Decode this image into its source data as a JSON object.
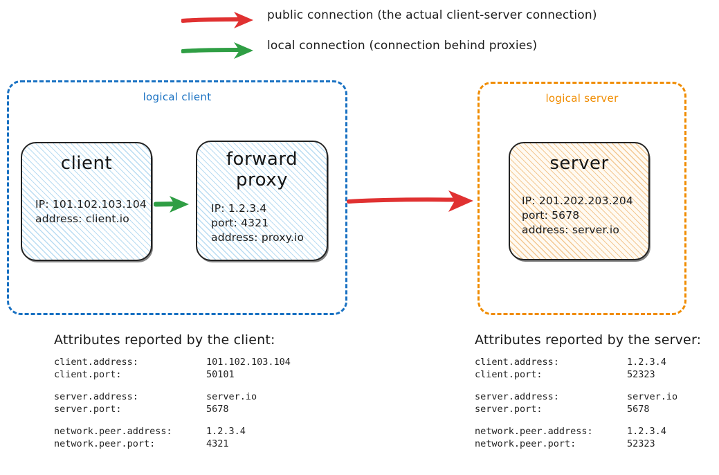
{
  "legend": {
    "items": [
      {
        "icon": "red-arrow-icon",
        "color": "#e03131",
        "label": "public connection (the actual client-server connection)"
      },
      {
        "icon": "green-arrow-icon",
        "color": "#2f9e44",
        "label": "local connection (connection behind proxies)"
      }
    ]
  },
  "groups": {
    "client": {
      "label": "logical client",
      "color": "#1971c2"
    },
    "server": {
      "label": "logical server",
      "color": "#f08c00"
    }
  },
  "nodes": {
    "client": {
      "title": "client",
      "props": [
        "IP: 101.102.103.104",
        "address: client.io"
      ]
    },
    "proxy": {
      "title_line1": "forward",
      "title_line2": "proxy",
      "props": [
        "IP: 1.2.3.4",
        "port: 4321",
        "address: proxy.io"
      ]
    },
    "server": {
      "title": "server",
      "props": [
        "IP: 201.202.203.204",
        "port: 5678",
        "address: server.io"
      ]
    }
  },
  "connectors": {
    "local": {
      "name": "local-connection-arrow",
      "color": "#2f9e44"
    },
    "public": {
      "name": "public-connection-arrow",
      "color": "#e03131"
    }
  },
  "attributes": {
    "client": {
      "title": "Attributes reported by the client:",
      "groups": [
        [
          {
            "key": "client.address:",
            "value": "101.102.103.104"
          },
          {
            "key": "client.port:",
            "value": "50101"
          }
        ],
        [
          {
            "key": "server.address:",
            "value": "server.io"
          },
          {
            "key": "server.port:",
            "value": "5678"
          }
        ],
        [
          {
            "key": "network.peer.address:",
            "value": "1.2.3.4"
          },
          {
            "key": "network.peer.port:",
            "value": "4321"
          }
        ]
      ]
    },
    "server": {
      "title": "Attributes reported by the server:",
      "groups": [
        [
          {
            "key": "client.address:",
            "value": "1.2.3.4"
          },
          {
            "key": "client.port:",
            "value": "52323"
          }
        ],
        [
          {
            "key": "server.address:",
            "value": "server.io"
          },
          {
            "key": "server.port:",
            "value": "5678"
          }
        ],
        [
          {
            "key": "network.peer.address:",
            "value": "1.2.3.4"
          },
          {
            "key": "network.peer.port:",
            "value": "52323"
          }
        ]
      ]
    }
  }
}
